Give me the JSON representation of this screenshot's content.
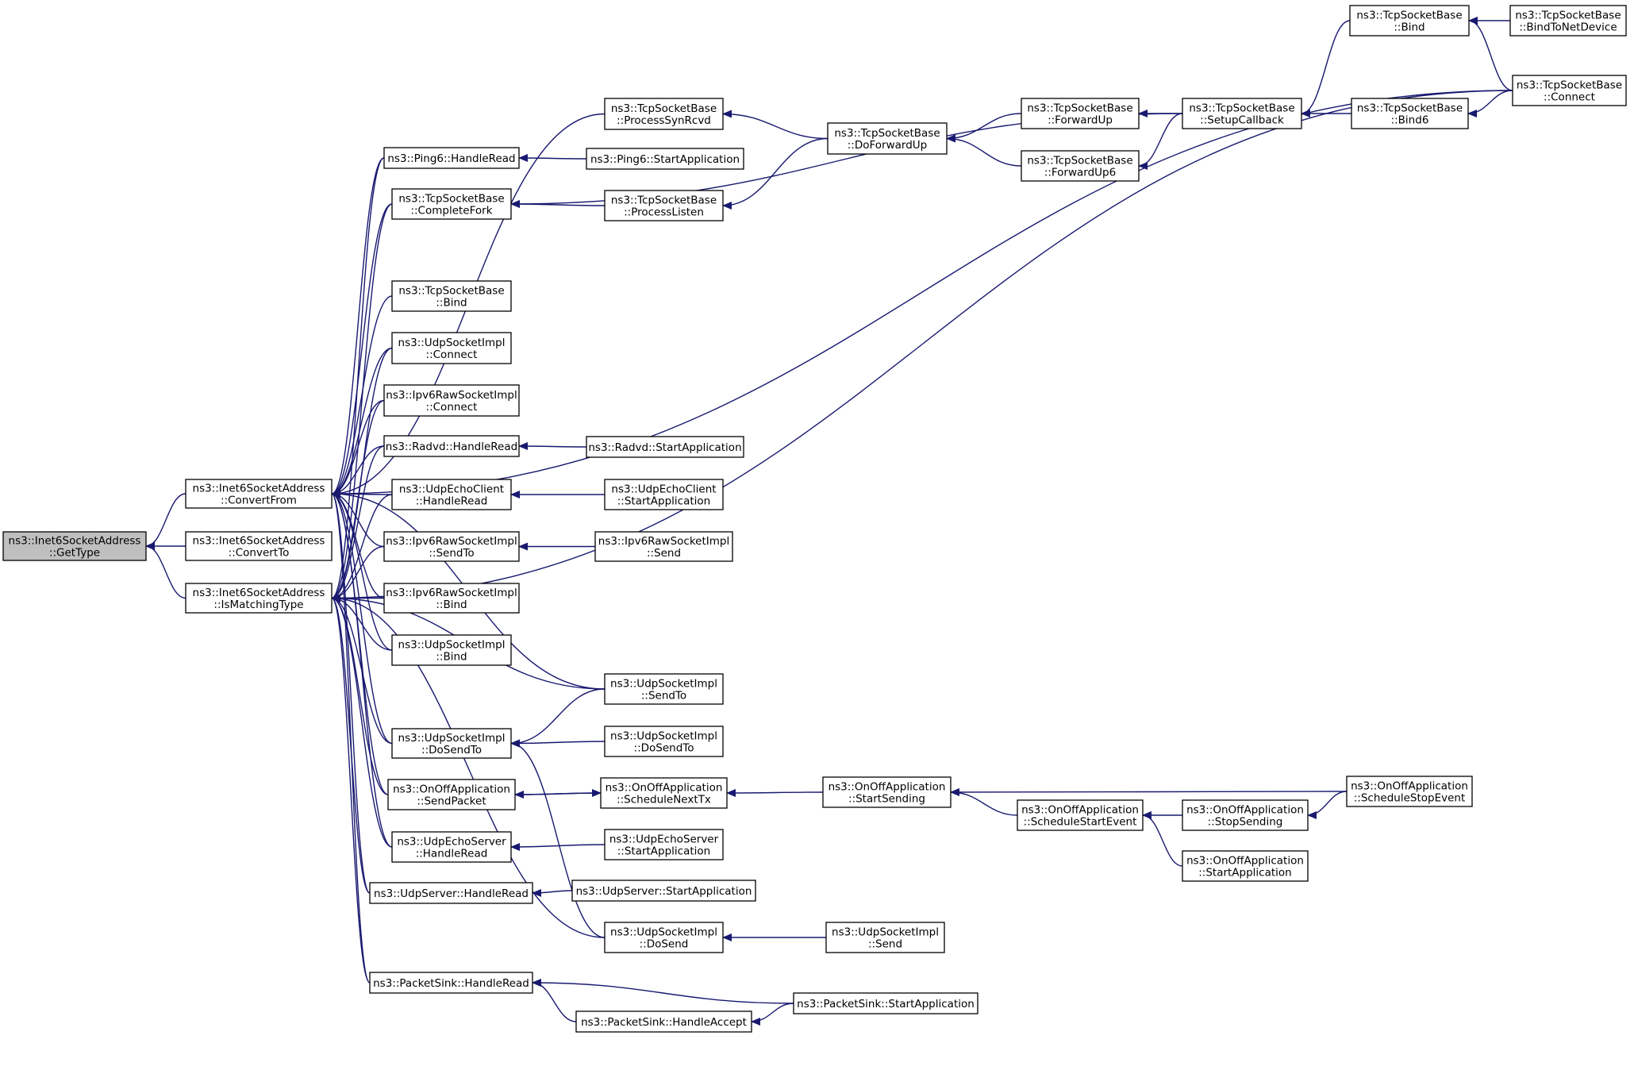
{
  "colors": {
    "edge": "#191970",
    "root_fill": "#bfbfbf",
    "node_fill": "#ffffff",
    "border": "#000000"
  },
  "nodes": [
    {
      "id": "getType",
      "lines": [
        "ns3::Inet6SocketAddress",
        "::GetType"
      ],
      "root": true
    },
    {
      "id": "convertFrom",
      "lines": [
        "ns3::Inet6SocketAddress",
        "::ConvertFrom"
      ]
    },
    {
      "id": "convertTo",
      "lines": [
        "ns3::Inet6SocketAddress",
        "::ConvertTo"
      ]
    },
    {
      "id": "isMatchingType",
      "lines": [
        "ns3::Inet6SocketAddress",
        "::IsMatchingType"
      ]
    },
    {
      "id": "ping6HandleRead",
      "lines": [
        "ns3::Ping6::HandleRead"
      ]
    },
    {
      "id": "tcpCompleteFork",
      "lines": [
        "ns3::TcpSocketBase",
        "::CompleteFork"
      ]
    },
    {
      "id": "tcpBind",
      "lines": [
        "ns3::TcpSocketBase",
        "::Bind"
      ]
    },
    {
      "id": "udpConnect",
      "lines": [
        "ns3::UdpSocketImpl",
        "::Connect"
      ]
    },
    {
      "id": "ipv6RawConnect",
      "lines": [
        "ns3::Ipv6RawSocketImpl",
        "::Connect"
      ]
    },
    {
      "id": "radvdHandleRead",
      "lines": [
        "ns3::Radvd::HandleRead"
      ]
    },
    {
      "id": "udpEchoClientHandleRead",
      "lines": [
        "ns3::UdpEchoClient",
        "::HandleRead"
      ]
    },
    {
      "id": "ipv6RawSendTo",
      "lines": [
        "ns3::Ipv6RawSocketImpl",
        "::SendTo"
      ]
    },
    {
      "id": "ipv6RawBind",
      "lines": [
        "ns3::Ipv6RawSocketImpl",
        "::Bind"
      ]
    },
    {
      "id": "udpBind",
      "lines": [
        "ns3::UdpSocketImpl",
        "::Bind"
      ]
    },
    {
      "id": "udpDoSendTo",
      "lines": [
        "ns3::UdpSocketImpl",
        "::DoSendTo"
      ]
    },
    {
      "id": "onoffSendPacket",
      "lines": [
        "ns3::OnOffApplication",
        "::SendPacket"
      ]
    },
    {
      "id": "udpEchoServerHandleRead",
      "lines": [
        "ns3::UdpEchoServer",
        "::HandleRead"
      ]
    },
    {
      "id": "udpServerHandleRead",
      "lines": [
        "ns3::UdpServer::HandleRead"
      ]
    },
    {
      "id": "packetSinkHandleRead",
      "lines": [
        "ns3::PacketSink::HandleRead"
      ]
    },
    {
      "id": "tcpProcessSynRcvd",
      "lines": [
        "ns3::TcpSocketBase",
        "::ProcessSynRcvd"
      ]
    },
    {
      "id": "ping6StartApp",
      "lines": [
        "ns3::Ping6::StartApplication"
      ]
    },
    {
      "id": "tcpProcessListen",
      "lines": [
        "ns3::TcpSocketBase",
        "::ProcessListen"
      ]
    },
    {
      "id": "radvdStartApp",
      "lines": [
        "ns3::Radvd::StartApplication"
      ]
    },
    {
      "id": "udpEchoClientStartApp",
      "lines": [
        "ns3::UdpEchoClient",
        "::StartApplication"
      ]
    },
    {
      "id": "ipv6RawSend",
      "lines": [
        "ns3::Ipv6RawSocketImpl",
        "::Send"
      ]
    },
    {
      "id": "udpSendTo",
      "lines": [
        "ns3::UdpSocketImpl",
        "::SendTo"
      ]
    },
    {
      "id": "udpDoSendTo2",
      "lines": [
        "ns3::UdpSocketImpl",
        "::DoSendTo"
      ]
    },
    {
      "id": "onoffScheduleNextTx",
      "lines": [
        "ns3::OnOffApplication",
        "::ScheduleNextTx"
      ]
    },
    {
      "id": "udpEchoServerStartApp",
      "lines": [
        "ns3::UdpEchoServer",
        "::StartApplication"
      ]
    },
    {
      "id": "udpServerStartApp",
      "lines": [
        "ns3::UdpServer::StartApplication"
      ]
    },
    {
      "id": "udpDoSend",
      "lines": [
        "ns3::UdpSocketImpl",
        "::DoSend"
      ]
    },
    {
      "id": "packetSinkHandleAccept",
      "lines": [
        "ns3::PacketSink::HandleAccept"
      ]
    },
    {
      "id": "tcpDoForwardUp",
      "lines": [
        "ns3::TcpSocketBase",
        "::DoForwardUp"
      ]
    },
    {
      "id": "onoffStartSending",
      "lines": [
        "ns3::OnOffApplication",
        "::StartSending"
      ]
    },
    {
      "id": "udpSend",
      "lines": [
        "ns3::UdpSocketImpl",
        "::Send"
      ]
    },
    {
      "id": "packetSinkStartApp",
      "lines": [
        "ns3::PacketSink::StartApplication"
      ]
    },
    {
      "id": "tcpForwardUp",
      "lines": [
        "ns3::TcpSocketBase",
        "::ForwardUp"
      ]
    },
    {
      "id": "tcpForwardUp6",
      "lines": [
        "ns3::TcpSocketBase",
        "::ForwardUp6"
      ]
    },
    {
      "id": "onoffScheduleStartEvent",
      "lines": [
        "ns3::OnOffApplication",
        "::ScheduleStartEvent"
      ]
    },
    {
      "id": "tcpSetupCallback",
      "lines": [
        "ns3::TcpSocketBase",
        "::SetupCallback"
      ]
    },
    {
      "id": "onoffStopSending",
      "lines": [
        "ns3::OnOffApplication",
        "::StopSending"
      ]
    },
    {
      "id": "onoffStartApp",
      "lines": [
        "ns3::OnOffApplication",
        "::StartApplication"
      ]
    },
    {
      "id": "tcpBind2",
      "lines": [
        "ns3::TcpSocketBase",
        "::Bind"
      ]
    },
    {
      "id": "tcpBind6",
      "lines": [
        "ns3::TcpSocketBase",
        "::Bind6"
      ]
    },
    {
      "id": "onoffScheduleStopEvent",
      "lines": [
        "ns3::OnOffApplication",
        "::ScheduleStopEvent"
      ]
    },
    {
      "id": "tcpBindToNetDevice",
      "lines": [
        "ns3::TcpSocketBase",
        "::BindToNetDevice"
      ]
    },
    {
      "id": "tcpConnect",
      "lines": [
        "ns3::TcpSocketBase",
        "::Connect"
      ]
    }
  ]
}
